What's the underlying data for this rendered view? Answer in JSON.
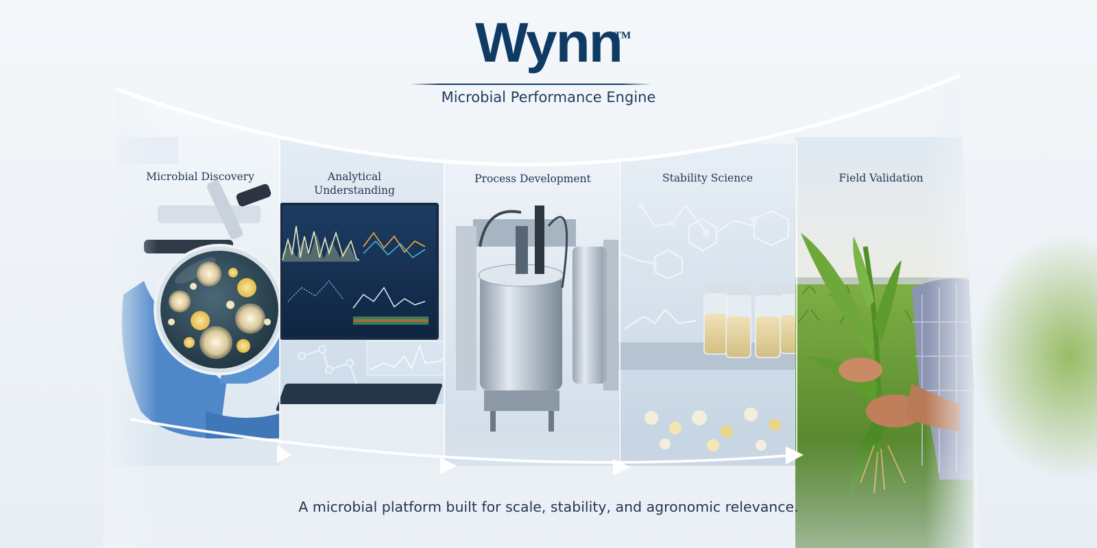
{
  "brand": {
    "name": "Wynn",
    "trademark": "TM",
    "subtitle": "Microbial Performance Engine"
  },
  "stages": [
    {
      "label": "Microbial Discovery"
    },
    {
      "label": "Analytical\nUnderstanding"
    },
    {
      "label": "Process Development"
    },
    {
      "label": "Stability Science"
    },
    {
      "label": "Field Validation"
    }
  ],
  "tagline": "A microbial platform built for scale, stability, and agronomic relevance.",
  "colors": {
    "brand_navy": "#0f3a63",
    "text": "#1f3552",
    "glove_blue": "#4f88c9",
    "field_green": "#5c9a2a",
    "background": "#eef3f7"
  },
  "icons": [
    "petri-dish",
    "microscope",
    "monitor",
    "bioreactor",
    "vials",
    "corn-plant",
    "arrow-right"
  ]
}
